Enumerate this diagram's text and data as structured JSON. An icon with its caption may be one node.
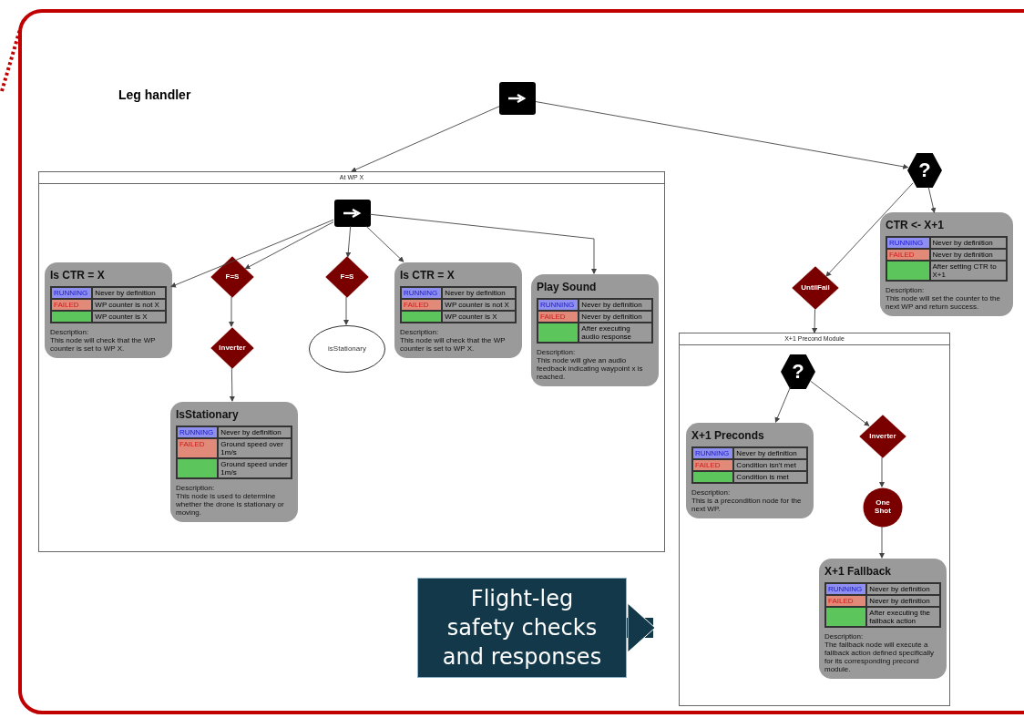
{
  "diagram": {
    "nodes": [
      {
        "text": [],
        "shape": "box"
      },
      {
        "text": [
          "At WP X"
        ]
      },
      {
        "text": [],
        "shape": "box",
        "in": 1
      },
      {
        "text": [
          "Is CTR = X",
          "RUNNING",
          "Never by definition",
          "FAILED",
          "WP counter is not X",
          "WP counter is X",
          "Description:",
          "This node will check that the WP counter is set to WP X."
        ],
        "in": 1
      },
      {
        "text": [
          "F=S"
        ],
        "in": 1
      },
      {
        "text": [
          "Inverter"
        ],
        "in": 1
      },
      {
        "text": [
          "IsStationary",
          "RUNNING",
          "Never by definition",
          "FAILED",
          "Ground speed over 1m/s",
          "Ground speed under 1m/s",
          "Description:",
          "This node is used to determine whether the drone is stationary or moving."
        ],
        "in": 1
      },
      {
        "text": [
          "F=S"
        ],
        "in": 1
      },
      {
        "text": [
          "isStationary"
        ],
        "in": 1
      },
      {
        "text": [
          "Is CTR = X",
          "RUNNING",
          "Never by definition",
          "FAILED",
          "WP counter is not X",
          "WP counter is X",
          "Description:",
          "This node will check that the WP counter is set to WP X."
        ],
        "in": 1
      },
      {
        "text": [
          "Play Sound",
          "RUNNING",
          "Never by definition",
          "FAILED",
          "Never by definition",
          "After executing audio response",
          "Description:",
          "This node will give an audio feedback indicating waypoint x is reached."
        ],
        "in": 1
      },
      {
        "text": [
          "?"
        ]
      },
      {
        "text": [
          "CTR <- X+1",
          "RUNNING",
          "Never by definition",
          "FAILED",
          "Never by definition",
          "After setting CTR to X+1",
          "Description:",
          "This node will set the counter to the next WP and return success."
        ]
      },
      {
        "text": [
          "UntilFail"
        ]
      },
      {
        "text": [
          "X+1 Precond Module"
        ]
      },
      {
        "text": [
          "?"
        ],
        "in": 14
      },
      {
        "text": [
          "X+1 Preconds",
          "RUNNING",
          "Never by definition",
          "FAILED",
          "Condition isn't met",
          "Condition is met",
          "Description:",
          "This is a precondition node for the next WP."
        ],
        "in": 14
      },
      {
        "text": [
          "Inverter"
        ],
        "in": 14
      },
      {
        "text": [
          "One Shot"
        ],
        "in": 14
      },
      {
        "text": [
          "X+1 Fallback",
          "RUNNING",
          "Never by definition",
          "FAILED",
          "Never by definition",
          "After executing the fallback action",
          "Description:",
          "The fallback node will execute a fallback action defined specifically for its corresponding precond module."
        ],
        "in": 14
      },
      {
        "text": [
          "Flight-leg safety checks and responses"
        ]
      }
    ],
    "edges": [
      {
        "from": 0,
        "to": 1,
        "arrow": "to"
      },
      {
        "from": 0,
        "to": 11,
        "arrow": "to"
      },
      {
        "from": 2,
        "to": 3,
        "arrow": "to"
      },
      {
        "from": 2,
        "to": 4,
        "arrow": "to"
      },
      {
        "from": 2,
        "to": 7,
        "arrow": "to"
      },
      {
        "from": 2,
        "to": 9,
        "arrow": "to"
      },
      {
        "from": 2,
        "to": 10,
        "arrow": "to"
      },
      {
        "from": 4,
        "to": 5,
        "arrow": "to"
      },
      {
        "from": 5,
        "to": 6,
        "arrow": "to"
      },
      {
        "from": 7,
        "to": 8,
        "arrow": "to"
      },
      {
        "from": 11,
        "to": 13,
        "arrow": "to"
      },
      {
        "from": 11,
        "to": 12,
        "arrow": "to"
      },
      {
        "from": 13,
        "to": 14,
        "arrow": "to"
      },
      {
        "from": 15,
        "to": 16,
        "arrow": "to"
      },
      {
        "from": 15,
        "to": 17,
        "arrow": "to"
      },
      {
        "from": 17,
        "to": 18,
        "arrow": "to"
      },
      {
        "from": 18,
        "to": 19,
        "arrow": "to"
      },
      {
        "from": 20,
        "to": 14,
        "arrow": "to",
        "style": "thick",
        "color": "#12384a"
      }
    ],
    "labels": [
      "Leg handler"
    ]
  }
}
